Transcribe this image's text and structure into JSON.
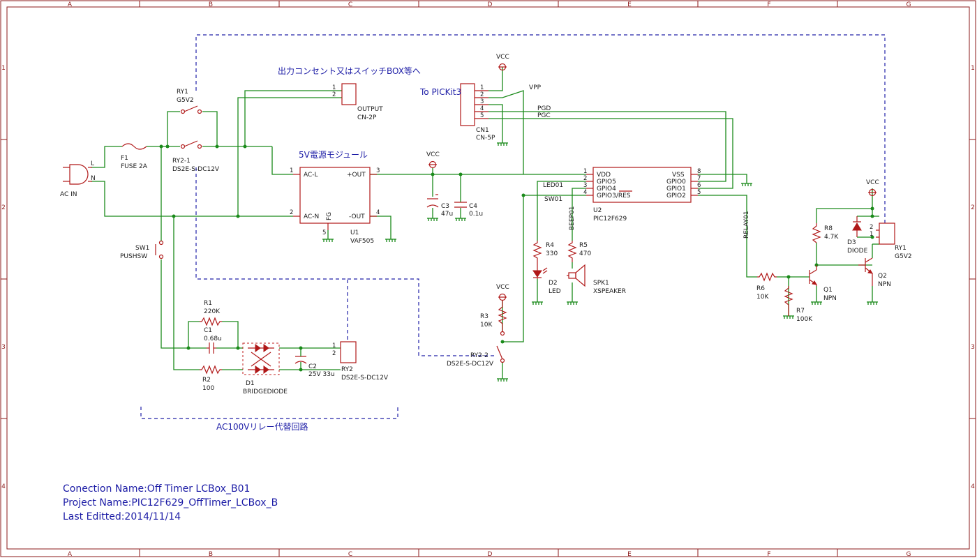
{
  "grid": {
    "cols": [
      "A",
      "B",
      "C",
      "D",
      "E",
      "F",
      "G"
    ],
    "rows": [
      "1",
      "2",
      "3",
      "4"
    ]
  },
  "notes": {
    "output_title": "出力コンセント又はスイッチBOX等へ",
    "module_title": "5V電源モジュール",
    "pickit_title": "To PICKit3",
    "relay_group": "AC100Vリレー代替回路"
  },
  "info": {
    "line1": "Conection Name:Off Timer LCBox_B01",
    "line2": "Project Name:PIC12F629_OffTimer_LCBox_B",
    "line3": "Last Editted:2014/11/14"
  },
  "labels": {
    "vcc": "VCC",
    "acin": "AC IN",
    "acin_l": "L",
    "acin_n": "N",
    "f1": "F1",
    "f1_val": "FUSE 2A",
    "ry1a": "RY1",
    "ry1a_val": "G5V2",
    "ry21": "RY2-1",
    "ry21_val": "DS2E-S-DC12V",
    "sw1": "SW1",
    "sw1_val": "PUSHSW",
    "out_pin1": "1",
    "out_pin2": "2",
    "output": "OUTPUT",
    "output_val": "CN-2P",
    "u1_pin1": "1",
    "u1_pin2": "2",
    "u1_pin3": "3",
    "u1_pin4": "4",
    "u1_pin5": "5",
    "u1_acl": "AC-L",
    "u1_acn": "AC-N",
    "u1_out": "+OUT",
    "u1_mout": "-OUT",
    "u1_fg": "FG",
    "u1": "U1",
    "u1_val": "VAF505",
    "c3": "C3",
    "c3_val": "47u",
    "c4": "C4",
    "c4_val": "0.1u",
    "cn1_p1": "1",
    "cn1_p2": "2",
    "cn1_p3": "3",
    "cn1_p4": "4",
    "cn1_p5": "5",
    "cn1": "CN1",
    "cn1_val": "CN-5P",
    "vpp": "VPP",
    "pgd": "PGD",
    "pgc": "PGC",
    "u2_p1": "1",
    "u2_p2": "2",
    "u2_p3": "3",
    "u2_p4": "4",
    "u2_p5": "5",
    "u2_p6": "6",
    "u2_p7": "7",
    "u2_p8": "8",
    "u2_vdd": "VDD",
    "u2_gp5": "GPIO5",
    "u2_gp4": "GPIO4",
    "u2_gp3": "GPIO3/RES",
    "u2_vss": "VSS",
    "u2_gp0": "GPIO0",
    "u2_gp1": "GPIO1",
    "u2_gp2": "GPIO2",
    "u2": "U2",
    "u2_val": "PIC12F629",
    "led01": "LED01",
    "sw01": "SW01",
    "beep01": "BEEP01",
    "relay01": "RELAY01",
    "r4": "R4",
    "r4_val": "330",
    "d2": "D2",
    "d2_val": "LED",
    "r5": "R5",
    "r5_val": "470",
    "spk1": "SPK1",
    "spk1_val": "XSPEAKER",
    "r3": "R3",
    "r3_val": "10K",
    "ry22": "RY2-2",
    "ry22_val": "DS2E-S-DC12V",
    "r8": "R8",
    "r8_val": "4.7K",
    "d3": "D3",
    "d3_val": "DIODE",
    "ry1b": "RY1",
    "ry1b_val": "G5V2",
    "ry1b_p1": "1",
    "ry1b_p2": "2",
    "q2": "Q2",
    "q2_val": "NPN",
    "q1": "Q1",
    "q1_val": "NPN",
    "r6": "R6",
    "r6_val": "10K",
    "r7": "R7",
    "r7_val": "100K",
    "r1": "R1",
    "r1_val": "220K",
    "c1": "C1",
    "c1_val": "0.68u",
    "r2": "R2",
    "r2_val": "100",
    "d1": "D1",
    "d1_val": "BRIDGEDIODE",
    "c2": "C2",
    "c2_val": "25V 33u",
    "ry2_p1": "1",
    "ry2_p2": "2",
    "ry2": "RY2",
    "ry2_val": "DS2E-S-DC12V"
  }
}
